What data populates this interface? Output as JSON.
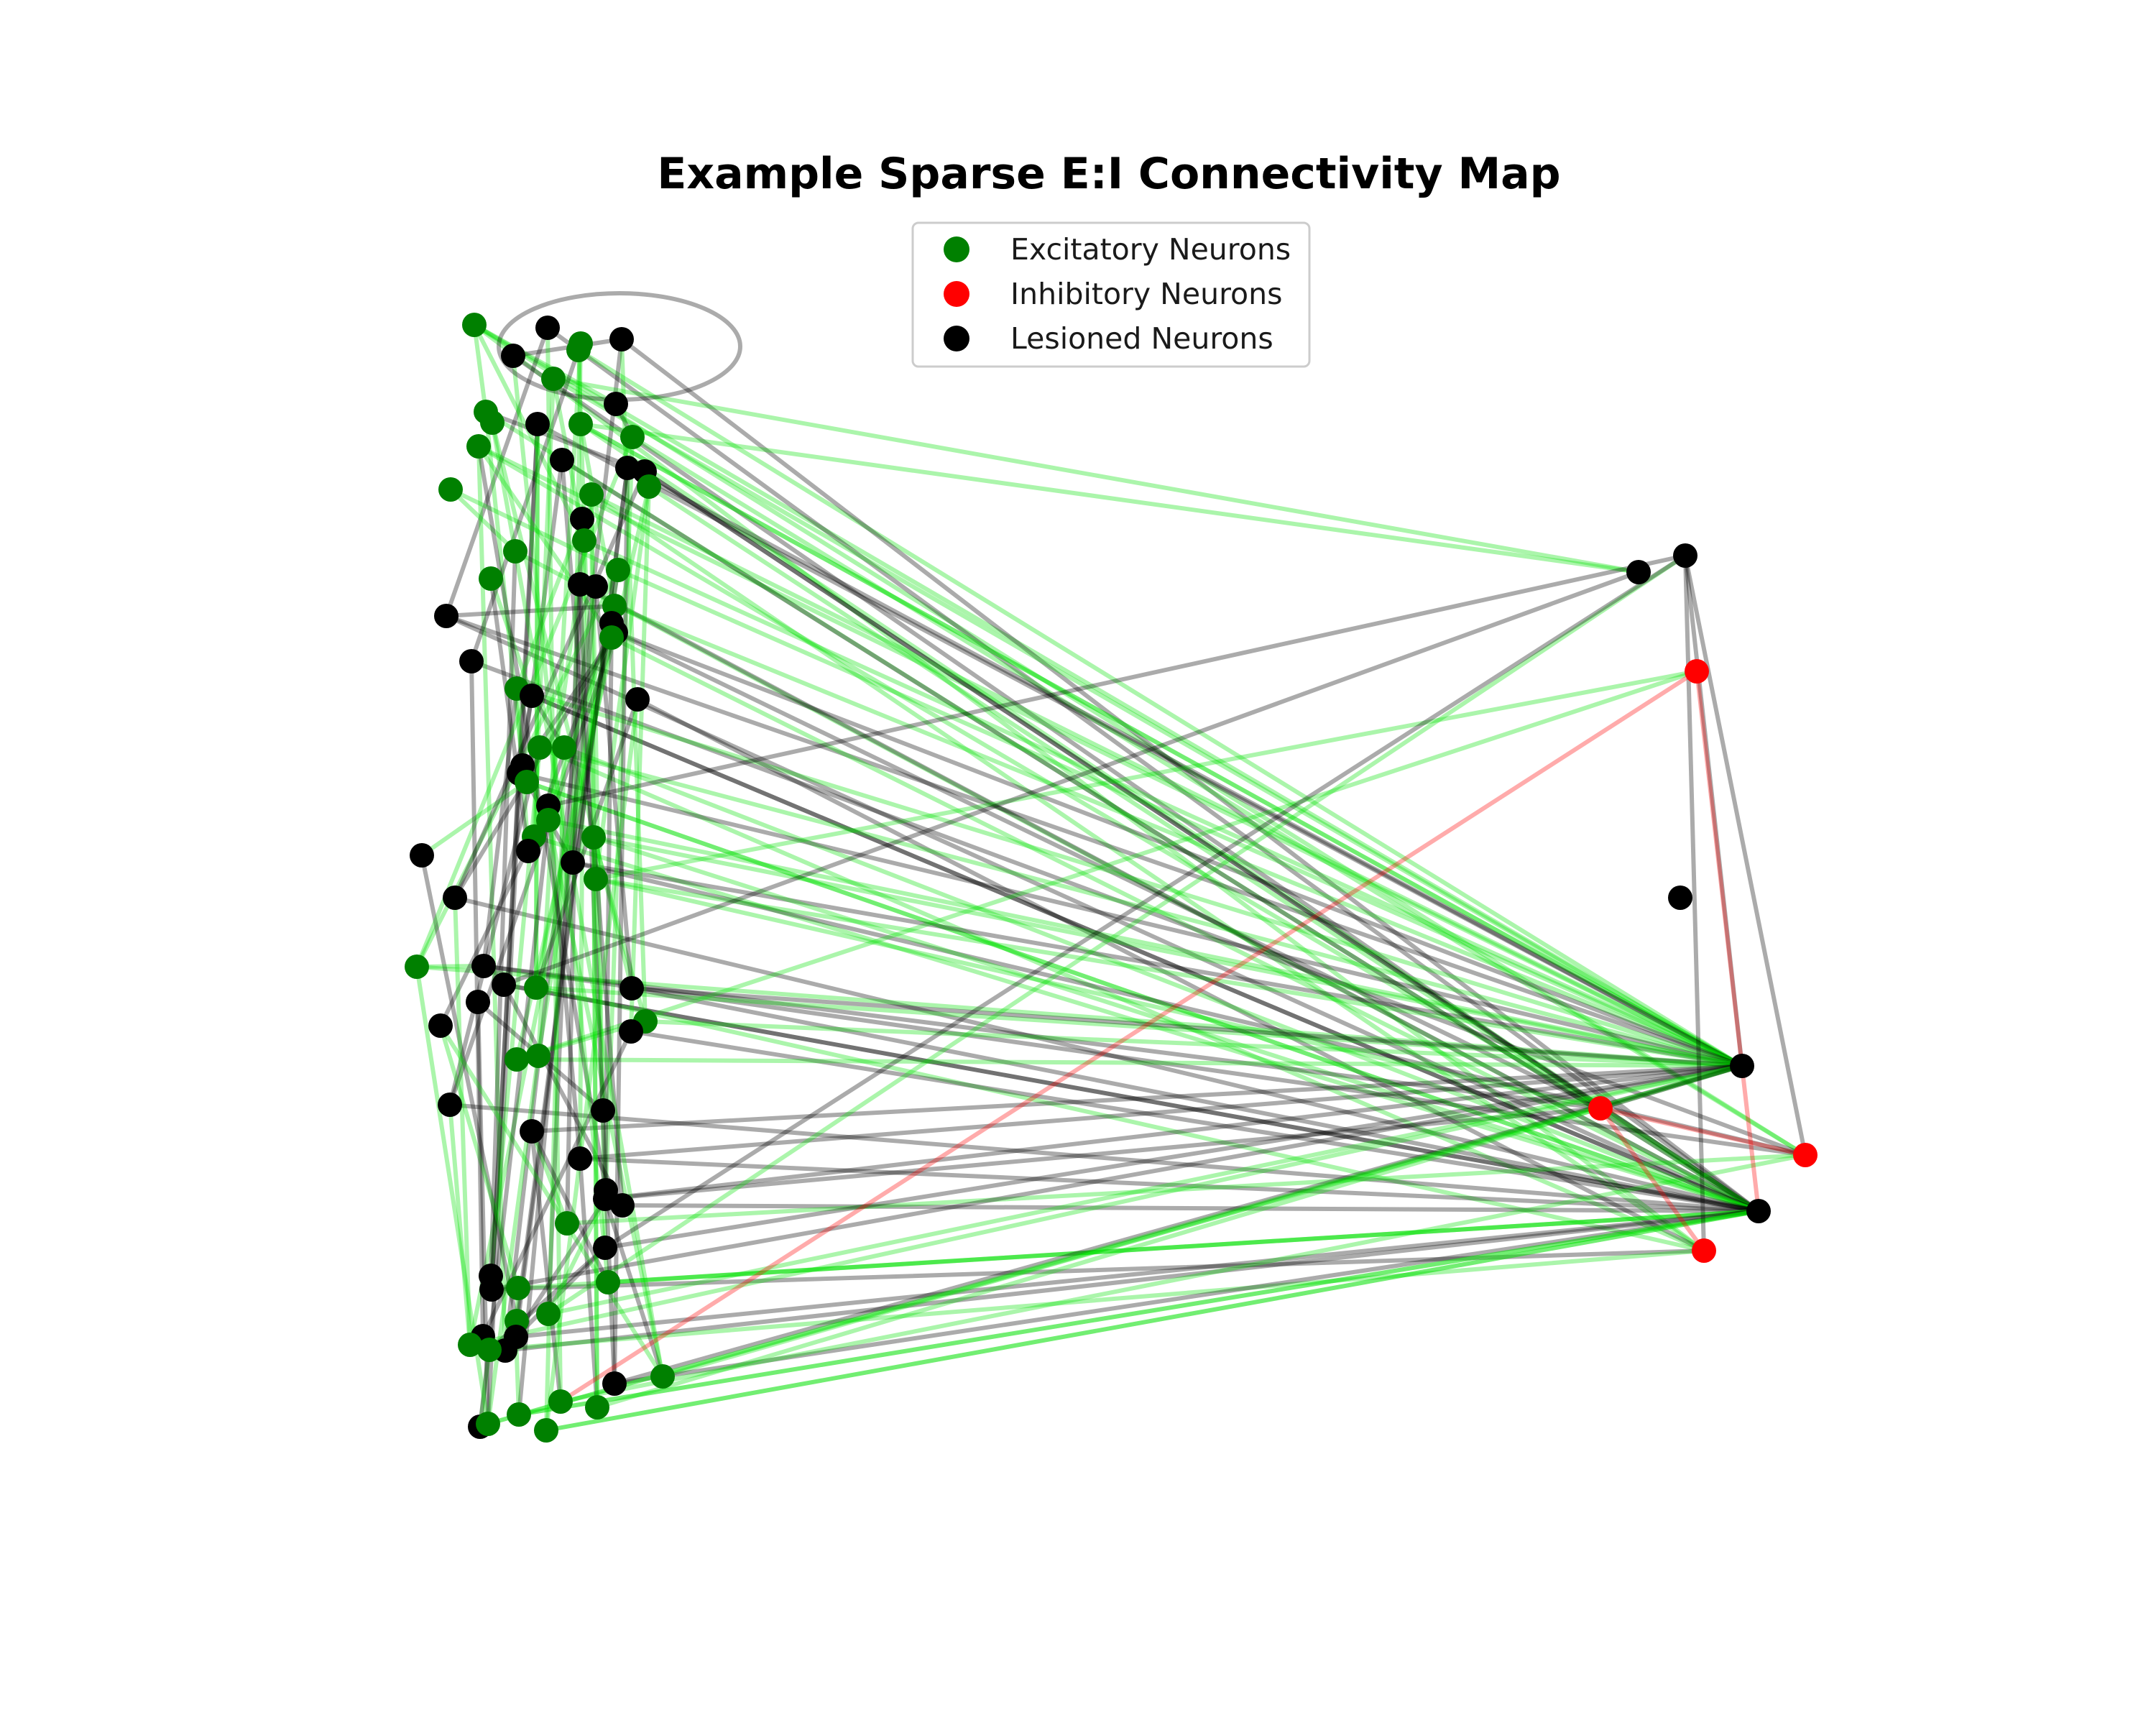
{
  "title": "Example Sparse E:I Connectivity Map",
  "legend": {
    "items": [
      {
        "key": "excitatory",
        "label": "Excitatory Neurons",
        "color": "#008000"
      },
      {
        "key": "inhibitory",
        "label": "Inhibitory Neurons",
        "color": "#ff0000"
      },
      {
        "key": "lesioned",
        "label": "Lesioned Neurons",
        "color": "#000000"
      }
    ]
  },
  "edge_colors": {
    "excitatory": "#00e000",
    "inhibitory": "#ff0000",
    "lesioned": "#000000"
  },
  "edge_opacity": 0.33
}
